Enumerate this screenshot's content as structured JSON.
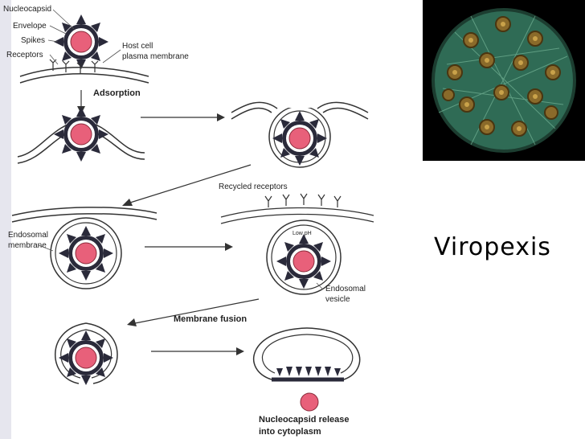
{
  "slide": {
    "title": "Viropexis"
  },
  "colors": {
    "capsid_core": "#e8607a",
    "envelope": "#2a2a3a",
    "membrane": "#333333",
    "page_bg": "#ffffff"
  },
  "diagram": {
    "labels": {
      "nucleocapsid": "Nucleocapsid",
      "envelope": "Envelope",
      "spikes": "Spikes",
      "receptors": "Receptors",
      "host_cell_line1": "Host cell",
      "host_cell_line2": "plasma membrane",
      "adsorption": "Adsorption",
      "recycled_receptors": "Recycled receptors",
      "endosomal_membrane_line1": "Endosomal",
      "endosomal_membrane_line2": "membrane",
      "low_ph": "Low pH",
      "endosomal_vesicle_line1": "Endosomal",
      "endosomal_vesicle_line2": "vesicle",
      "membrane_fusion": "Membrane fusion",
      "release_line1": "Nucleocapsid release",
      "release_line2": "into cytoplasm"
    }
  },
  "photo": {
    "subject": "enveloped virus particle micrograph",
    "background": "#000000"
  }
}
